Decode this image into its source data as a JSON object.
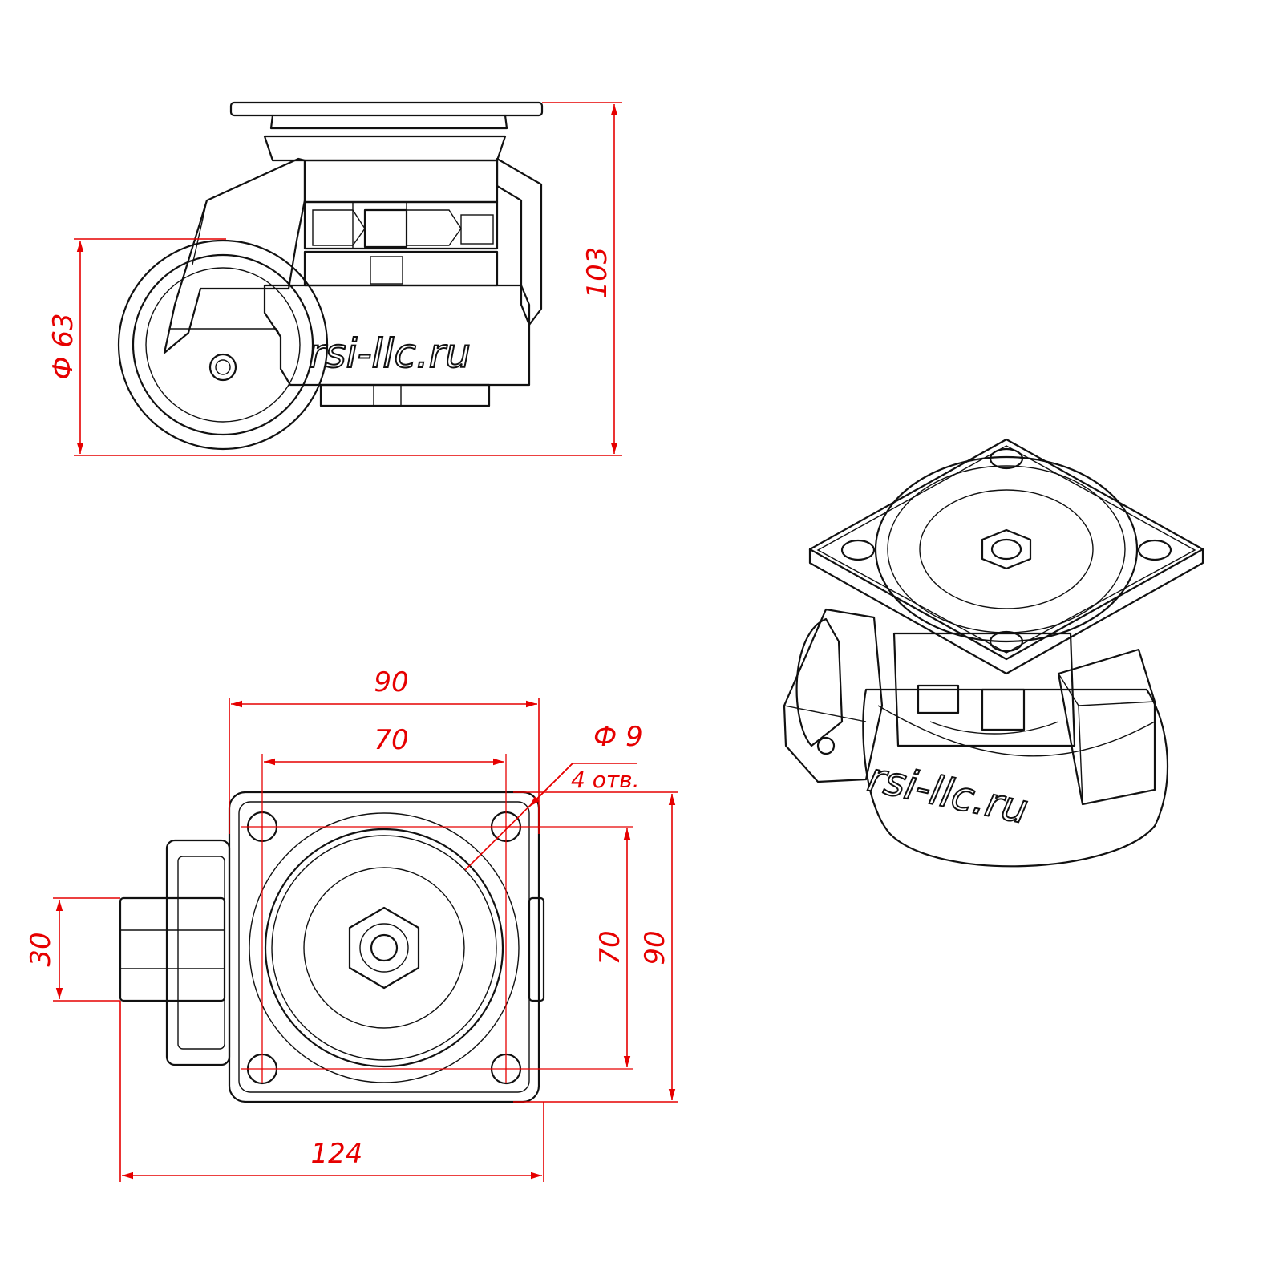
{
  "brand": {
    "logo_text": "rsi-llc.ru"
  },
  "dimensions": {
    "wheel_diameter": "Ф 63",
    "total_height": "103",
    "plate_width": "90",
    "hole_spacing_width": "70",
    "hole_diameter": "Ф 9",
    "hole_count": "4 отв.",
    "lever_width": "30",
    "hole_spacing_height": "70",
    "plate_height": "90",
    "overall_length": "124"
  },
  "colors": {
    "outline": "#111111",
    "dimension": "#e60000",
    "background": "#ffffff"
  }
}
